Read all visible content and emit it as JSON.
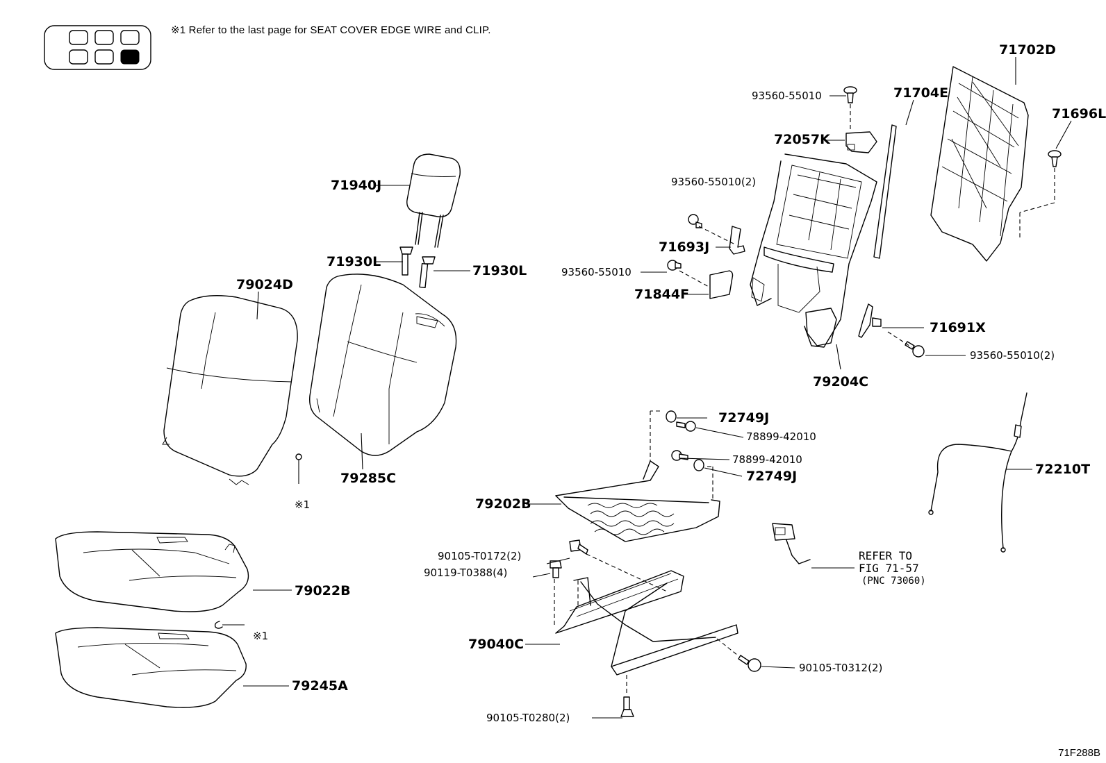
{
  "note": "※1 Refer to the last page for SEAT COVER EDGE WIRE and CLIP.",
  "figure_code": "71F288B",
  "callout_mark": "※1",
  "parts": {
    "p71702D": "71702D",
    "p71704E": "71704E",
    "p71696L": "71696L",
    "p93560_55010_top": "93560-55010",
    "p72057K": "72057K",
    "p93560_55010_2a": "93560-55010(2)",
    "p71693J": "71693J",
    "p93560_55010_mid": "93560-55010",
    "p71844F": "71844F",
    "p71691X": "71691X",
    "p93560_55010_2b": "93560-55010(2)",
    "p79204C": "79204C",
    "p71940J": "71940J",
    "p71930L_a": "71930L",
    "p71930L_b": "71930L",
    "p79024D": "79024D",
    "p79285C": "79285C",
    "p72749J_a": "72749J",
    "p78899_42010_a": "78899-42010",
    "p78899_42010_b": "78899-42010",
    "p72749J_b": "72749J",
    "p72210T": "72210T",
    "p79202B": "79202B",
    "p90105_T0172": "90105-T0172(2)",
    "p90119_T0388": "90119-T0388(4)",
    "p79040C": "79040C",
    "p90105_T0312": "90105-T0312(2)",
    "p90105_T0280": "90105-T0280(2)",
    "p79022B": "79022B",
    "p79245A": "79245A"
  },
  "refer": {
    "line1": "REFER TO",
    "line2": "FIG 71-57",
    "line3": "(PNC 73060)"
  }
}
